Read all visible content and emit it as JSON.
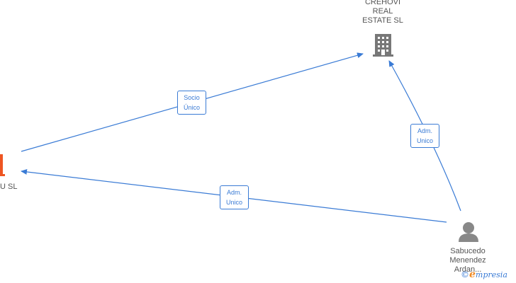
{
  "nodes": {
    "crehovi": {
      "label_lines": [
        "CREHOVI",
        "REAL",
        "ESTATE  SL"
      ],
      "icon": "building-icon",
      "color": "#777777"
    },
    "left_company": {
      "label_lines": [
        "U  SL"
      ],
      "icon": "building-icon",
      "color": "#ee5522"
    },
    "person": {
      "label_lines": [
        "Sabucedo",
        "Menendez",
        "Ardan..."
      ],
      "icon": "person-icon",
      "color": "#888888"
    }
  },
  "edges": [
    {
      "id": "socio",
      "label_lines": [
        "Socio",
        "Único"
      ],
      "from": "left_company",
      "to": "crehovi"
    },
    {
      "id": "adm-crehovi",
      "label_lines": [
        "Adm.",
        "Unico"
      ],
      "from": "person",
      "to": "crehovi"
    },
    {
      "id": "adm-left",
      "label_lines": [
        "Adm.",
        "Unico"
      ],
      "from": "person",
      "to": "left_company"
    }
  ],
  "colors": {
    "edge": "#3a7bd5"
  },
  "brand": {
    "copyright": "©",
    "e_letter": "e",
    "name": "mpresia"
  }
}
